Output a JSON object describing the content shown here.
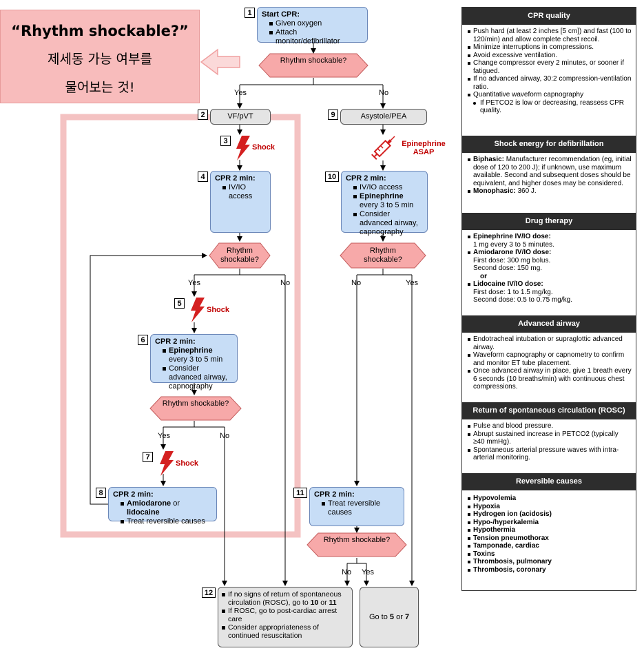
{
  "callout": {
    "title": "“Rhythm shockable?”",
    "line1": "제세동 가능 여부를",
    "line2": "물어보는 것!"
  },
  "nodes": {
    "n1": {
      "num": "1",
      "title": "Start CPR:",
      "items": [
        "Given oxygen",
        "Attach monitor/defibrillator"
      ]
    },
    "d1": {
      "text": "Rhythm shockable?",
      "yes": "Yes",
      "no": "No"
    },
    "n2": {
      "num": "2",
      "text": "VF/pVT"
    },
    "n3": {
      "num": "3",
      "text": "Shock"
    },
    "n4": {
      "num": "4",
      "title": "CPR 2 min:",
      "items": [
        "IV/IO access"
      ]
    },
    "d2": {
      "text": "Rhythm shockable?",
      "yes": "Yes",
      "no": "No"
    },
    "n5": {
      "num": "5",
      "text": "Shock"
    },
    "n6": {
      "num": "6",
      "title": "CPR 2 min:",
      "items": [
        [
          "Epinephrine",
          " every 3 to 5 min"
        ],
        "Consider advanced airway, capnography"
      ]
    },
    "d3": {
      "text": "Rhythm shockable?",
      "yes": "Yes",
      "no": "No"
    },
    "n7": {
      "num": "7",
      "text": "Shock"
    },
    "n8": {
      "num": "8",
      "title": "CPR 2 min:",
      "items": [
        [
          "Amiodarone",
          " or ",
          "lidocaine"
        ],
        "Treat reversible causes"
      ]
    },
    "n9": {
      "num": "9",
      "text": "Asystole/PEA"
    },
    "epi": {
      "text": "Epinephrine ASAP"
    },
    "n10": {
      "num": "10",
      "title": "CPR 2 min:",
      "items": [
        "IV/IO access",
        [
          "Epinephrine",
          " every 3 to 5 min"
        ],
        "Consider advanced airway, capnography"
      ]
    },
    "d4": {
      "text": "Rhythm shockable?",
      "yes": "Yes",
      "no": "No"
    },
    "n11": {
      "num": "11",
      "title": "CPR 2 min:",
      "items": [
        "Treat reversible causes"
      ]
    },
    "d5": {
      "text": "Rhythm shockable?",
      "yes": "Yes",
      "no": "No"
    },
    "n12": {
      "num": "12",
      "items": [
        [
          "If no signs of return of spontaneous circulation (ROSC), go to ",
          "10",
          " or ",
          "11"
        ],
        "If ROSC, go to post-cardiac arrest care",
        "Consider appropriateness of continued resuscitation"
      ]
    },
    "goto": {
      "pre": "Go to ",
      "a": "5",
      "mid": " or ",
      "b": "7"
    }
  },
  "panel": {
    "cpr_quality": {
      "title": "CPR quality",
      "items": [
        "Push hard (at least 2 inches [5 cm]) and fast (100 to 120/min) and allow complete chest recoil.",
        "Minimize interruptions in compressions.",
        "Avoid excessive ventilation.",
        "Change compressor every 2 minutes, or sooner if fatigued.",
        "If no advanced airway, 30:2 compression-ventilation ratio.",
        "Quantitative waveform capnography"
      ],
      "sub": "If PETCO2 is low or decreasing, reassess CPR quality."
    },
    "shock_energy": {
      "title": "Shock energy for defibrillation",
      "biphasic_label": "Biphasic:",
      "biphasic": " Manufacturer recommendation (eg, initial dose of 120 to 200 J); if unknown, use maximum available. Second and subsequent doses should be equivalent, and higher doses may be considered.",
      "mono_label": "Monophasic:",
      "mono": " 360 J."
    },
    "drug": {
      "title": "Drug therapy",
      "epi_label": "Epinephrine IV/IO dose:",
      "epi": "1 mg every 3 to 5 minutes.",
      "amio_label": "Amiodarone IV/IO dose:",
      "amio1": "First dose: 300 mg bolus.",
      "amio2": "Second dose: 150 mg.",
      "or": "or",
      "lido_label": "Lidocaine IV/IO dose:",
      "lido1": "First dose: 1 to 1.5 mg/kg.",
      "lido2": "Second dose: 0.5 to 0.75 mg/kg."
    },
    "airway": {
      "title": "Advanced airway",
      "items": [
        "Endotracheal intubation or supraglottic advanced airway.",
        "Waveform capnography or capnometry to confirm and monitor ET tube placement.",
        "Once advanced airway in place, give 1 breath every 6 seconds (10 breaths/min) with continuous chest compressions."
      ]
    },
    "rosc": {
      "title": "Return of spontaneous circulation (ROSC)",
      "items": [
        "Pulse and blood pressure.",
        "Abrupt sustained increase in PETCO2 (typically ≥40 mmHg).",
        "Spontaneous arterial pressure waves with intra-arterial monitoring."
      ]
    },
    "causes": {
      "title": "Reversible causes",
      "items": [
        "Hypovolemia",
        "Hypoxia",
        "Hydrogen ion (acidosis)",
        "Hypo-/hyperkalemia",
        "Hypothermia",
        "Tension pneumothorax",
        "Tamponade, cardiac",
        "Toxins",
        "Thrombosis, pulmonary",
        "Thrombosis, coronary"
      ]
    }
  }
}
